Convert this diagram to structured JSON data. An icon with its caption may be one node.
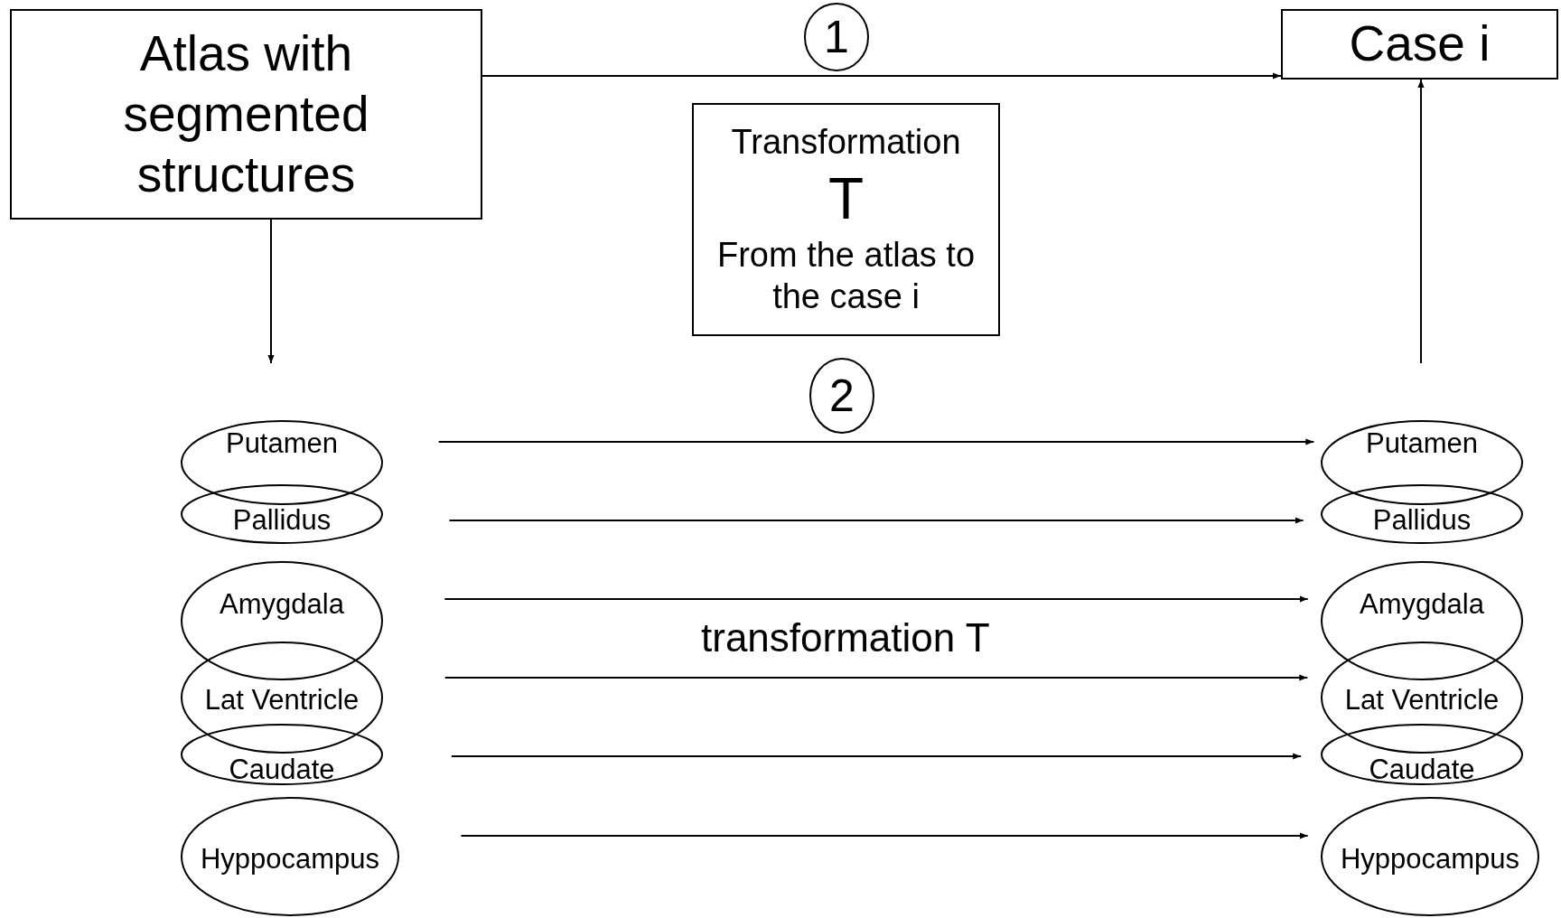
{
  "diagram": {
    "nodes": [
      {
        "text": [
          "Atlas with segmented structures"
        ]
      },
      {
        "text": [
          "1"
        ]
      },
      {
        "text": [
          "Case i"
        ]
      },
      {
        "text": [
          "Transformation",
          "T",
          "From the atlas to the case i"
        ]
      },
      {
        "text": [
          "2"
        ]
      },
      {
        "text": [
          "Putamen"
        ]
      },
      {
        "text": [
          "Pallidus"
        ]
      },
      {
        "text": [
          "Amygdala"
        ]
      },
      {
        "text": [
          "Lat Ventricle"
        ]
      },
      {
        "text": [
          "Caudate"
        ]
      },
      {
        "text": [
          "Hyppocampus"
        ]
      },
      {
        "text": [
          "Putamen"
        ]
      },
      {
        "text": [
          "Pallidus"
        ]
      },
      {
        "text": [
          "Amygdala"
        ]
      },
      {
        "text": [
          "Lat Ventricle"
        ]
      },
      {
        "text": [
          "Caudate"
        ]
      },
      {
        "text": [
          "Hyppocampus"
        ]
      }
    ],
    "edges": [
      {
        "from": 0,
        "to": 2,
        "arrow": "to"
      },
      {
        "from": 0,
        "to": null,
        "arrow": "to"
      },
      {
        "from": null,
        "to": 2,
        "arrow": "to"
      },
      {
        "from": 5,
        "to": 11,
        "arrow": "to"
      },
      {
        "from": 6,
        "to": 12,
        "arrow": "to"
      },
      {
        "from": 7,
        "to": 13,
        "arrow": "to"
      },
      {
        "from": 8,
        "to": 14,
        "arrow": "to"
      },
      {
        "from": 9,
        "to": 15,
        "arrow": "to"
      },
      {
        "from": 10,
        "to": 16,
        "arrow": "to"
      }
    ],
    "labels": [
      "transformation T"
    ]
  }
}
